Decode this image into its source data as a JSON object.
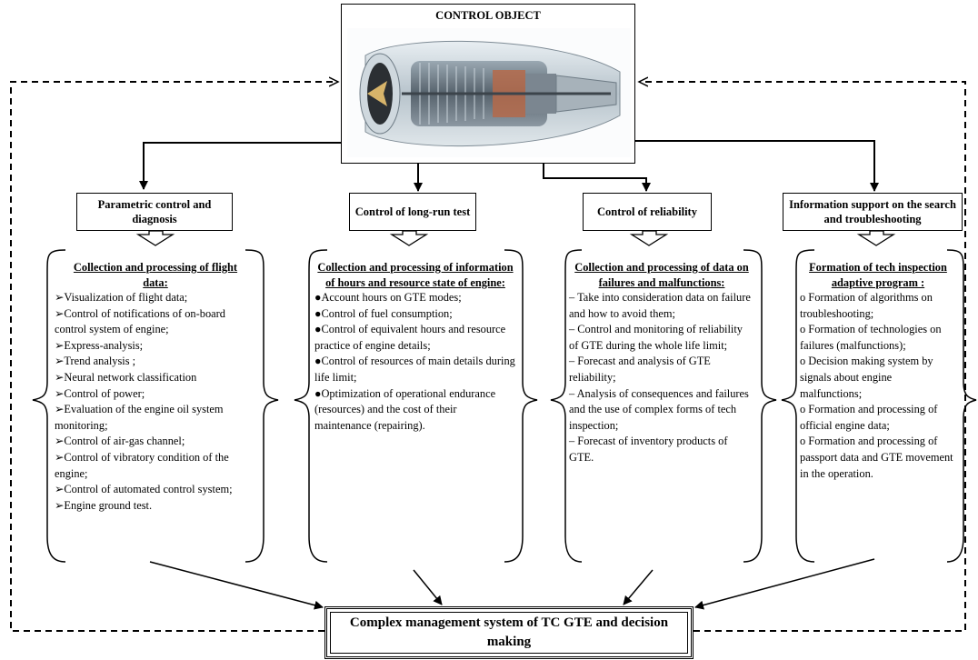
{
  "control_object": {
    "title": "CONTROL OBJECT",
    "image": "gas-turbine-engine-cutaway"
  },
  "blocks": [
    {
      "title": "Parametric control and diagnosis",
      "section_title": "Collection and processing of flight data:",
      "bullet": "➢",
      "items": [
        "Visualization of flight data;",
        "Control of notifications of on-board control system of engine;",
        "Express-analysis;",
        "Trend analysis ;",
        "Neural network classification",
        "Control of power;",
        "Evaluation of the engine oil system monitoring;",
        "Control of air-gas channel;",
        "Control of vibratory condition of the engine;",
        "Control of automated control system;",
        "Engine ground test."
      ]
    },
    {
      "title": "Control of long-run test",
      "section_title": "Collection and processing of information of hours and resource state of engine:",
      "bullet": "●",
      "items": [
        "Account hours on GTE modes;",
        "Control of fuel consumption;",
        "Control of equivalent hours and resource practice of engine details;",
        "Control of resources of main details during life limit;",
        "Optimization of operational endurance (resources) and the cost of their maintenance (repairing)."
      ]
    },
    {
      "title": "Control of reliability",
      "section_title": "Collection and processing of data on failures and malfunctions:",
      "bullet": "– ",
      "items": [
        "Take into consideration data on failure and how to avoid them;",
        "Control and monitoring of reliability of GTE during the whole life limit;",
        "Forecast and analysis of GTE reliability;",
        "Analysis of consequences and failures and the use of complex forms of tech inspection;",
        "Forecast of inventory products of GTE."
      ]
    },
    {
      "title": "Information support on the search and troubleshooting",
      "section_title": "Formation of tech inspection adaptive program :",
      "bullet": "o ",
      "items": [
        "Formation of algorithms on troubleshooting;",
        "Formation of technologies on failures (malfunctions);",
        "Decision making system by signals about engine malfunctions;",
        "Formation and processing of official engine data;",
        "Formation and processing of passport data and GTE movement in the operation."
      ]
    }
  ],
  "final_box": "Complex management system of TC GTE and decision making"
}
